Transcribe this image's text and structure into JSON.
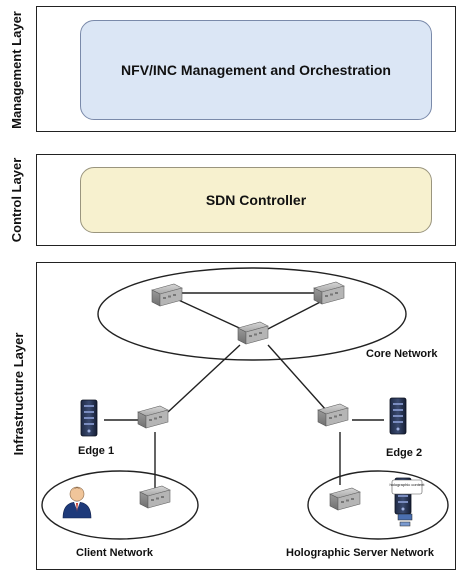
{
  "layers": {
    "management": {
      "label": "Management Layer",
      "box_label": "NFV/INC Management and Orchestration",
      "color": "#dbe6f5",
      "border": "#6a7a99"
    },
    "control": {
      "label": "Control Layer",
      "box_label": "SDN Controller",
      "color": "#f7f1cf",
      "border": "#8a8570"
    },
    "infrastructure": {
      "label": "Infrastructure Layer",
      "core_network_label": "Core Network",
      "edge1_label": "Edge 1",
      "edge2_label": "Edge 2",
      "client_network_label": "Client Network",
      "holographic_network_label": "Holographic Server Network",
      "holographic_content_label": "holographic content"
    }
  },
  "icons": [
    "switch-icon",
    "server-icon",
    "user-icon"
  ]
}
